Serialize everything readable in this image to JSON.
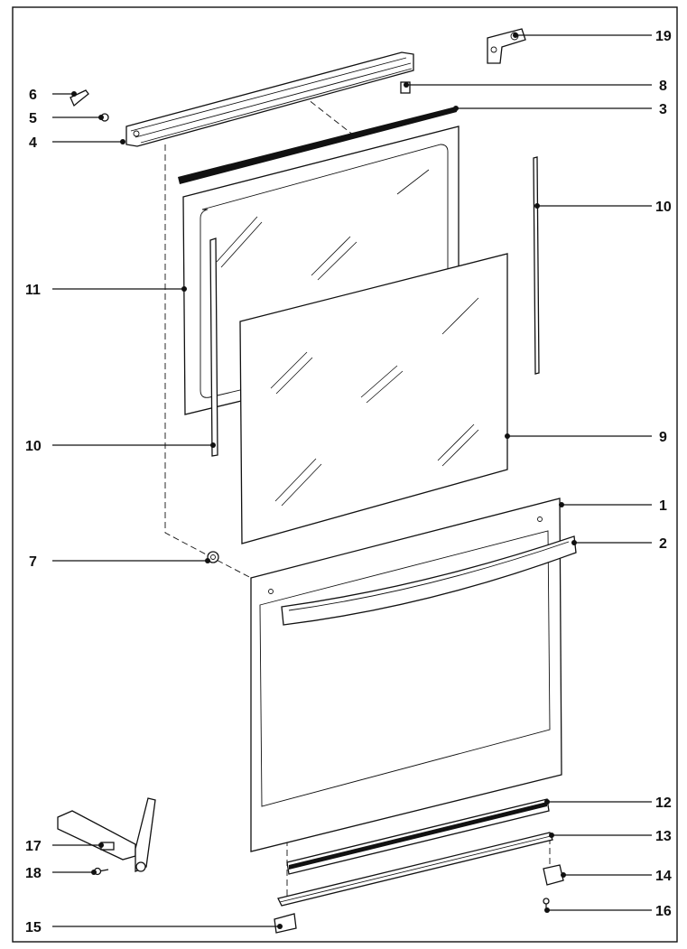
{
  "callouts": [
    {
      "id": "c19",
      "text": "19",
      "desc": "hinge-bracket"
    },
    {
      "id": "c8",
      "text": "8",
      "desc": "clip"
    },
    {
      "id": "c3",
      "text": "3",
      "desc": "seal-strip"
    },
    {
      "id": "c6",
      "text": "6",
      "desc": "clip"
    },
    {
      "id": "c5",
      "text": "5",
      "desc": "screw"
    },
    {
      "id": "c4",
      "text": "4",
      "desc": "top-profile"
    },
    {
      "id": "c10a",
      "text": "10",
      "desc": "side-strip-right"
    },
    {
      "id": "c11",
      "text": "11",
      "desc": "inner-glass"
    },
    {
      "id": "c10b",
      "text": "10",
      "desc": "side-strip-left"
    },
    {
      "id": "c9",
      "text": "9",
      "desc": "middle-glass"
    },
    {
      "id": "c1",
      "text": "1",
      "desc": "outer-door-panel"
    },
    {
      "id": "c2",
      "text": "2",
      "desc": "handle"
    },
    {
      "id": "c7",
      "text": "7",
      "desc": "spacer"
    },
    {
      "id": "c12",
      "text": "12",
      "desc": "bottom-strip"
    },
    {
      "id": "c13",
      "text": "13",
      "desc": "bottom-profile"
    },
    {
      "id": "c17",
      "text": "17",
      "desc": "hinge"
    },
    {
      "id": "c18",
      "text": "18",
      "desc": "screw"
    },
    {
      "id": "c14",
      "text": "14",
      "desc": "end-cap"
    },
    {
      "id": "c15",
      "text": "15",
      "desc": "end-cap"
    },
    {
      "id": "c16",
      "text": "16",
      "desc": "screw"
    }
  ]
}
